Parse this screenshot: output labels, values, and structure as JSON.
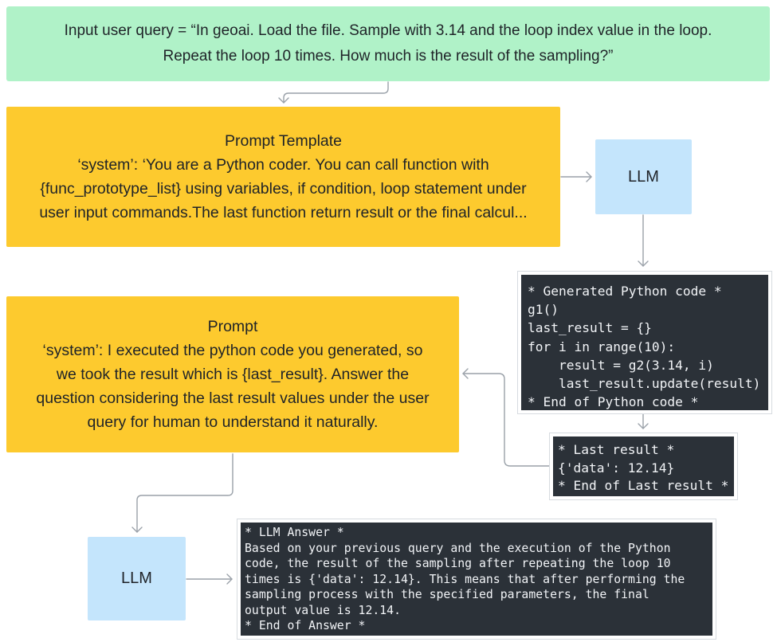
{
  "query_box": {
    "line1": "Input user query = “In geoai. Load the file. Sample with 3.14 and the loop index value in the loop.",
    "line2": "Repeat the loop 10 times. How much is the result of the sampling?”"
  },
  "prompt_template": {
    "title": "Prompt Template",
    "line1": "‘system’: ‘You are a Python coder. You can call function with",
    "line2": "{func_prototype_list} using variables, if condition, loop statement under",
    "line3": "user input commands.The last function return result or the final calcul..."
  },
  "llm_top": {
    "label": "LLM"
  },
  "generated_code": {
    "lines": [
      "* Generated Python code *",
      "g1()",
      "last_result = {}",
      "for i in range(10):",
      "    result = g2(3.14, i)",
      "    last_result.update(result)",
      "* End of Python code *"
    ]
  },
  "last_result": {
    "lines": [
      "* Last result *",
      "{'data': 12.14}",
      "* End of Last result *"
    ]
  },
  "prompt": {
    "title": "Prompt",
    "line1": "‘system’: I executed the python code you generated, so",
    "line2": "we took the result which is {last_result}. Answer the",
    "line3": "question considering the last result values under the user",
    "line4": "query for human to understand it naturally."
  },
  "llm_bottom": {
    "label": "LLM"
  },
  "llm_answer": {
    "lines": [
      "* LLM Answer *",
      "Based on your previous query and the execution of the Python",
      "code, the result of the sampling after repeating the loop 10",
      "times is {'data': 12.14}. This means that after performing the",
      "sampling process with the specified parameters, the final",
      "output value is 12.14.",
      "* End of Answer *"
    ]
  },
  "colors": {
    "query_bg": "#b0f2c8",
    "prompt_bg": "#fdca2e",
    "llm_bg": "#c4e5fc",
    "code_bg": "#2b3138",
    "connector": "#9aa1a9"
  }
}
